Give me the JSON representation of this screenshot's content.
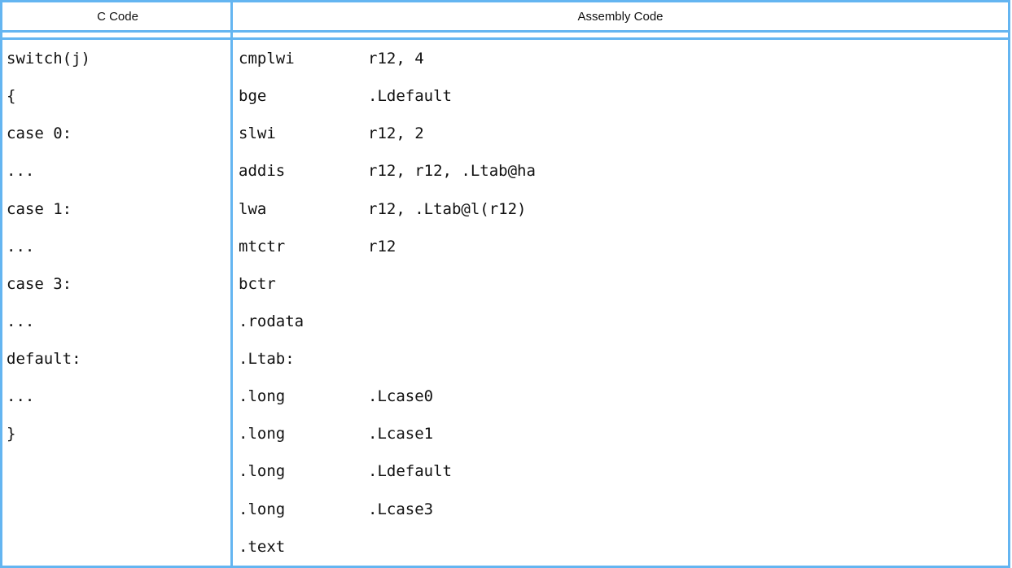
{
  "colors": {
    "border_blue": "#64b5f1",
    "text": "#111111",
    "background": "#ffffff"
  },
  "table": {
    "headers": {
      "c_code": "C Code",
      "assembly_code": "Assembly Code"
    },
    "c_code_lines": [
      "switch(j)",
      "{",
      "case 0:",
      "...",
      "case 1:",
      "...",
      "case 3:",
      "...",
      "default:",
      "...",
      "}"
    ],
    "assembly_lines": [
      {
        "mnemonic": "cmplwi",
        "operands": "r12, 4"
      },
      {
        "mnemonic": "bge",
        "operands": ".Ldefault"
      },
      {
        "mnemonic": "slwi",
        "operands": "r12, 2"
      },
      {
        "mnemonic": "addis",
        "operands": "r12, r12, .Ltab@ha"
      },
      {
        "mnemonic": "lwa",
        "operands": "r12, .Ltab@l(r12)"
      },
      {
        "mnemonic": "mtctr",
        "operands": "r12"
      },
      {
        "mnemonic": "bctr",
        "operands": ""
      },
      {
        "mnemonic": ".rodata",
        "operands": ""
      },
      {
        "mnemonic": ".Ltab:",
        "operands": ""
      },
      {
        "mnemonic": ".long",
        "operands": ".Lcase0"
      },
      {
        "mnemonic": ".long",
        "operands": ".Lcase1"
      },
      {
        "mnemonic": ".long",
        "operands": ".Ldefault"
      },
      {
        "mnemonic": ".long",
        "operands": ".Lcase3"
      },
      {
        "mnemonic": ".text",
        "operands": ""
      }
    ]
  }
}
